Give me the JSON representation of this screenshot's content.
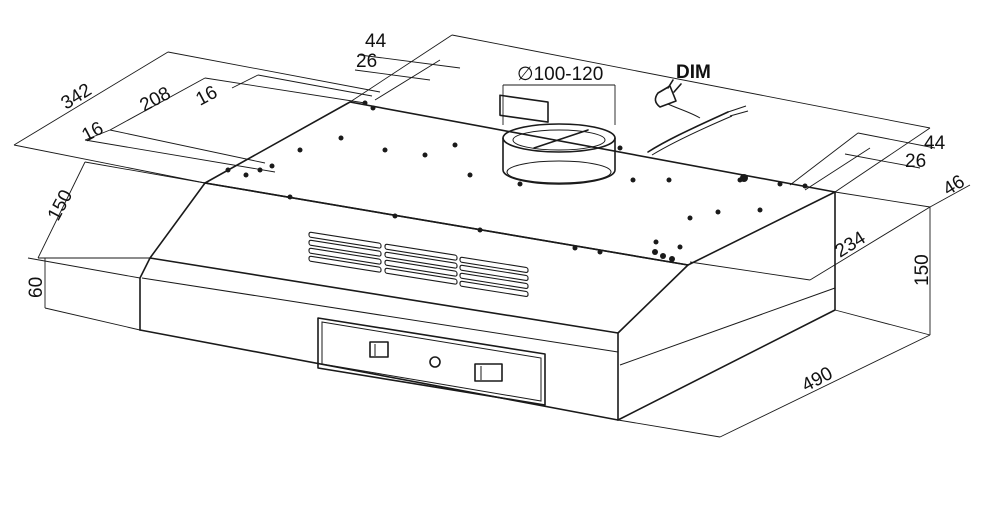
{
  "dimensions": {
    "d342": "342",
    "d208": "208",
    "d16_left_top": "16",
    "d16_left_mid": "16",
    "d150_left": "150",
    "d60_left": "60",
    "d44_top": "44",
    "d26_top": "26",
    "d100_120": "100-120",
    "dim_label": "DIM",
    "d44_right": "44",
    "d26_right": "26",
    "d46_right": "46",
    "d234_right": "234",
    "d150_right": "150",
    "d490": "490"
  },
  "symbols": {
    "diameter": "∅"
  }
}
